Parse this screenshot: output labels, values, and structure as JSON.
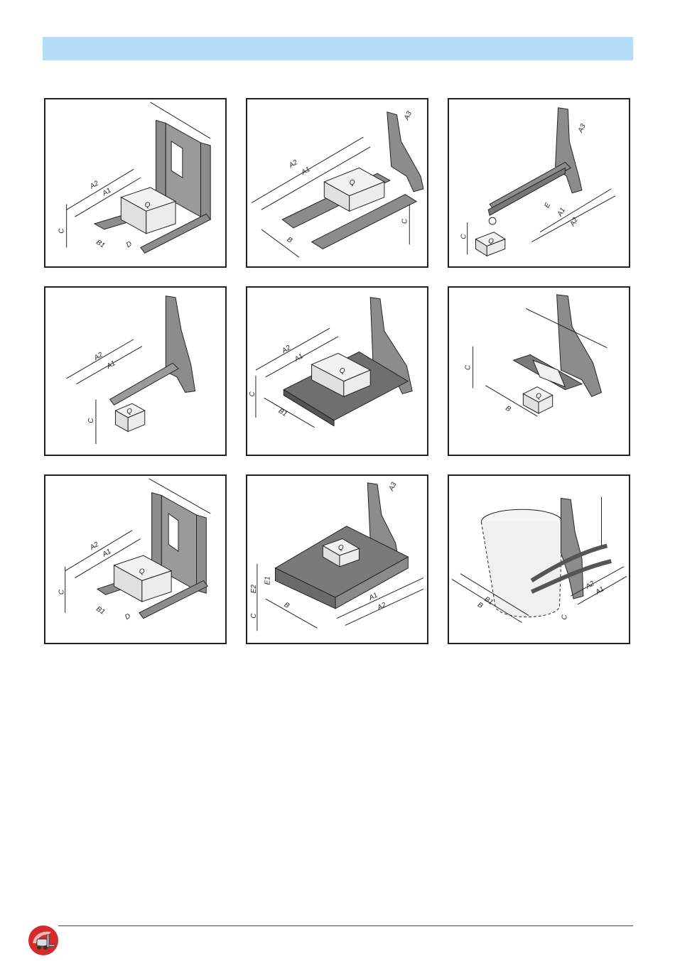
{
  "panels": [
    {
      "id": "fork-frame-4point",
      "labels": [
        "A2",
        "A1",
        "C",
        "B1",
        "D",
        "Q"
      ]
    },
    {
      "id": "double-fork-plate",
      "labels": [
        "A3",
        "A2",
        "A1",
        "B",
        "C",
        "Q"
      ]
    },
    {
      "id": "hook-jib-arm",
      "labels": [
        "A3",
        "E",
        "A1",
        "A2",
        "C",
        "Q"
      ]
    },
    {
      "id": "single-spike-arm",
      "labels": [
        "A2",
        "A1",
        "C",
        "Q"
      ]
    },
    {
      "id": "platform-shelf",
      "labels": [
        "A2",
        "A1",
        "C",
        "B1",
        "Q"
      ]
    },
    {
      "id": "roll-cradle",
      "labels": [
        "C",
        "B",
        "Q"
      ]
    },
    {
      "id": "fork-frame-low",
      "labels": [
        "A2",
        "A1",
        "C",
        "B1",
        "D",
        "Q"
      ]
    },
    {
      "id": "slotted-tray",
      "labels": [
        "A3",
        "E2",
        "E1",
        "C",
        "B",
        "A1",
        "A2",
        "Q"
      ]
    },
    {
      "id": "drum-clamp",
      "labels": [
        "B1",
        "B",
        "A2",
        "A1",
        "C"
      ]
    }
  ],
  "colors": {
    "header_band": "#b4def5",
    "steel": "#8c8c8c",
    "steel_dark": "#6f6f6f",
    "load": "#ececec"
  },
  "icons": {
    "logo": "forklift-logo-icon"
  }
}
